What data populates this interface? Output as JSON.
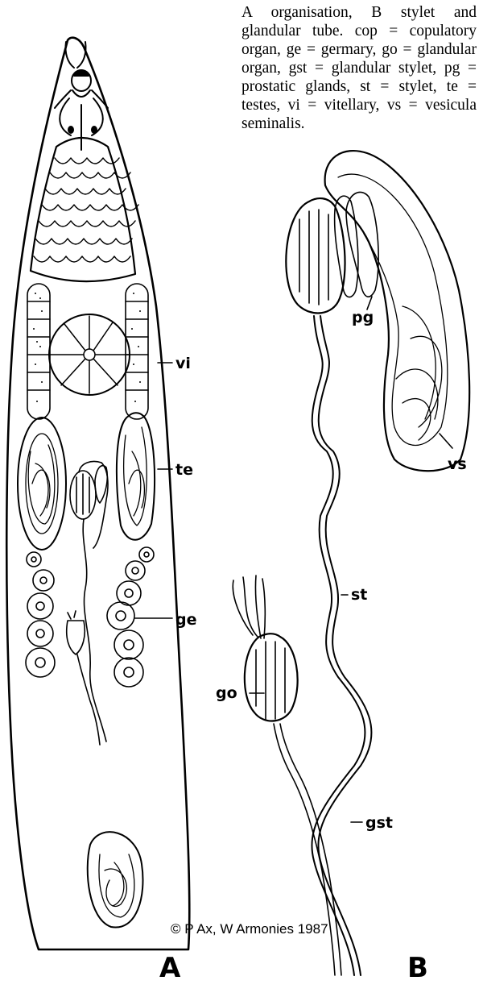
{
  "caption": "A organisation, B stylet and glandular tube. cop = copulatory organ, ge = germary, go = glandular organ, gst = glandular stylet, pg = prostatic glands, st = stylet, te = testes, vi = vitellary, vs = vesicula seminalis.",
  "panel_labels": {
    "a": "A",
    "b": "B"
  },
  "labels": {
    "vi": "vi",
    "te": "te",
    "ge": "ge",
    "pg": "pg",
    "vs": "vs",
    "st": "st",
    "go": "go",
    "gst": "gst"
  },
  "copyright": "© P Ax, W Armonies 1987"
}
